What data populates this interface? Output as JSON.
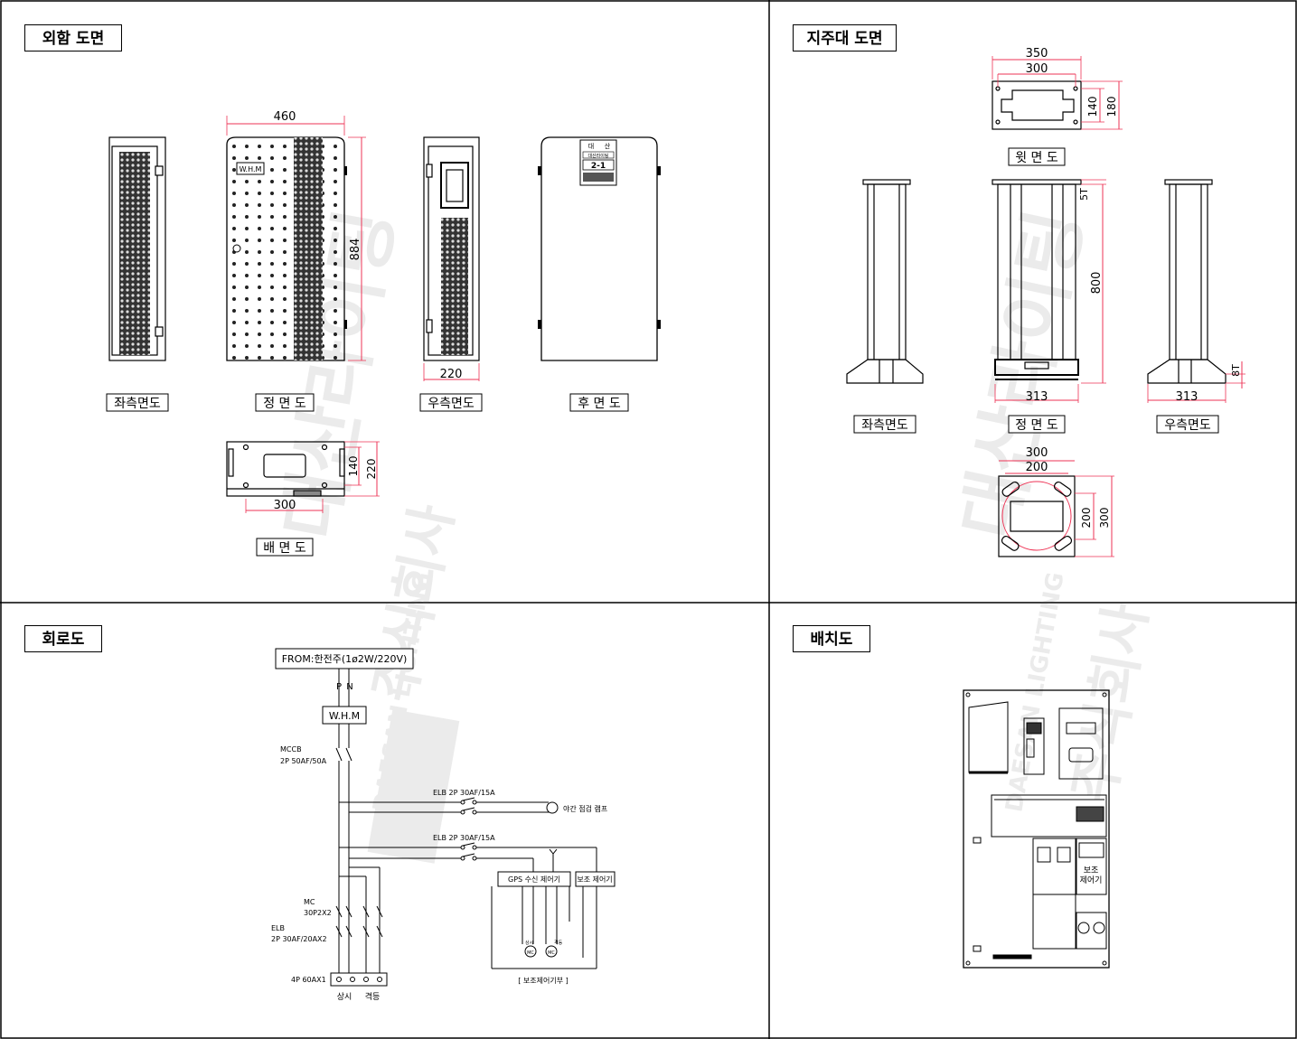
{
  "sections": {
    "enclosure": "외함 도면",
    "pole": "지주대 도면",
    "circuit": "회로도",
    "layout": "배치도"
  },
  "enclosure": {
    "views": {
      "left": "좌측면도",
      "front": "정 면 도",
      "right": "우측면도",
      "rear": "후 면 도",
      "bottom": "배 면 도"
    },
    "dims": {
      "width": "460",
      "height": "884",
      "depth": "220",
      "bottom_w": "300",
      "bottom_d1": "140",
      "bottom_d2": "220"
    },
    "whm_label": "W.H.M",
    "plate": {
      "line1": "대",
      "line2": "산",
      "line3": "대산라이팅",
      "line4": "2-1"
    }
  },
  "pole": {
    "views": {
      "top": "윗 면 도",
      "left": "좌측면도",
      "front": "정 면 도",
      "right": "우측면도"
    },
    "dims": {
      "top_outer": "350",
      "top_inner": "300",
      "top_d1": "140",
      "top_d2": "180",
      "plate_t": "5T",
      "height": "800",
      "base_w": "313",
      "base_w_right": "313",
      "base_t": "8T",
      "bot_outer": "300",
      "bot_inner": "200",
      "bot_d1": "200",
      "bot_d2": "300"
    }
  },
  "circuit": {
    "source": "FROM:한전주(1ø2W/220V)",
    "p": "P",
    "n": "N",
    "whm": "W.H.M",
    "mccb1": "MCCB",
    "mccb2": "2P 50AF/50A",
    "elb1": "ELB 2P 30AF/15A",
    "lamp": "야간 점검 램프",
    "elb2": "ELB 2P 30AF/15A",
    "gps": "GPS 수신 제어기",
    "aux": "보조 제어기",
    "mc1": "MC",
    "mc2": "30P2X2",
    "elb3a": "ELB",
    "elb3b": "2P 30AF/20AX2",
    "terminal": "4P 60AX1",
    "out1": "상시",
    "out2": "격등",
    "aux_unit": "[ 보조제어기부 ]",
    "mc_a": "MC",
    "mc_b": "MC",
    "c_a": "상시",
    "c_b": "격등"
  },
  "layout": {
    "aux_label1": "보조",
    "aux_label2": "제어기"
  },
  "watermark": {
    "kr": "주식회사",
    "kr2": "대산라이팅",
    "en": "DAESAN LIGHTING"
  }
}
